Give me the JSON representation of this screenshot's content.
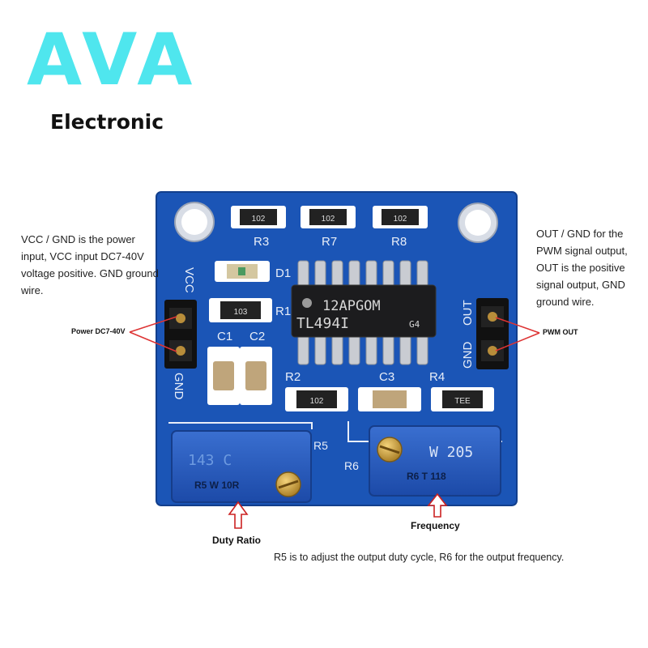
{
  "brand": {
    "name": "AVA",
    "tagline": "Electronic",
    "color": "#4fe6ee"
  },
  "left_note": "VCC / GND is the power input, VCC input DC7-40V voltage positive. GND ground wire.",
  "right_note": "OUT / GND for the PWM signal output, OUT is the positive signal output, GND ground wire.",
  "callouts": {
    "power": "Power DC7-40V",
    "pwm": "PWM OUT",
    "duty": "Duty Ratio",
    "frequency": "Frequency"
  },
  "bottom_note": "R5 is to adjust the output duty cycle, R6 for the output frequency.",
  "board": {
    "color": "#1b55b6",
    "silkscreen": {
      "vcc": "VCC",
      "gnd_left": "GND",
      "out": "OUT",
      "gnd_right": "GND",
      "r1": "R1",
      "r2": "R2",
      "r3": "R3",
      "r4": "R4",
      "r5": "R5",
      "r6": "R6",
      "r7": "R7",
      "r8": "R8",
      "c1": "C1",
      "c2": "C2",
      "c3": "C3",
      "d1": "D1"
    },
    "chip": {
      "line1": "12APGOM",
      "line2": "TL494I",
      "code": "G4"
    },
    "resistor_codes": {
      "r3": "102",
      "r7": "102",
      "r8": "102",
      "r1": "103",
      "r2": "102",
      "r4": "TEE"
    },
    "pot_r5": {
      "line1": "143  C",
      "line2": "R5  W  10R"
    },
    "pot_r6": {
      "line1": "W  205",
      "line2": "R6  T  118"
    }
  }
}
